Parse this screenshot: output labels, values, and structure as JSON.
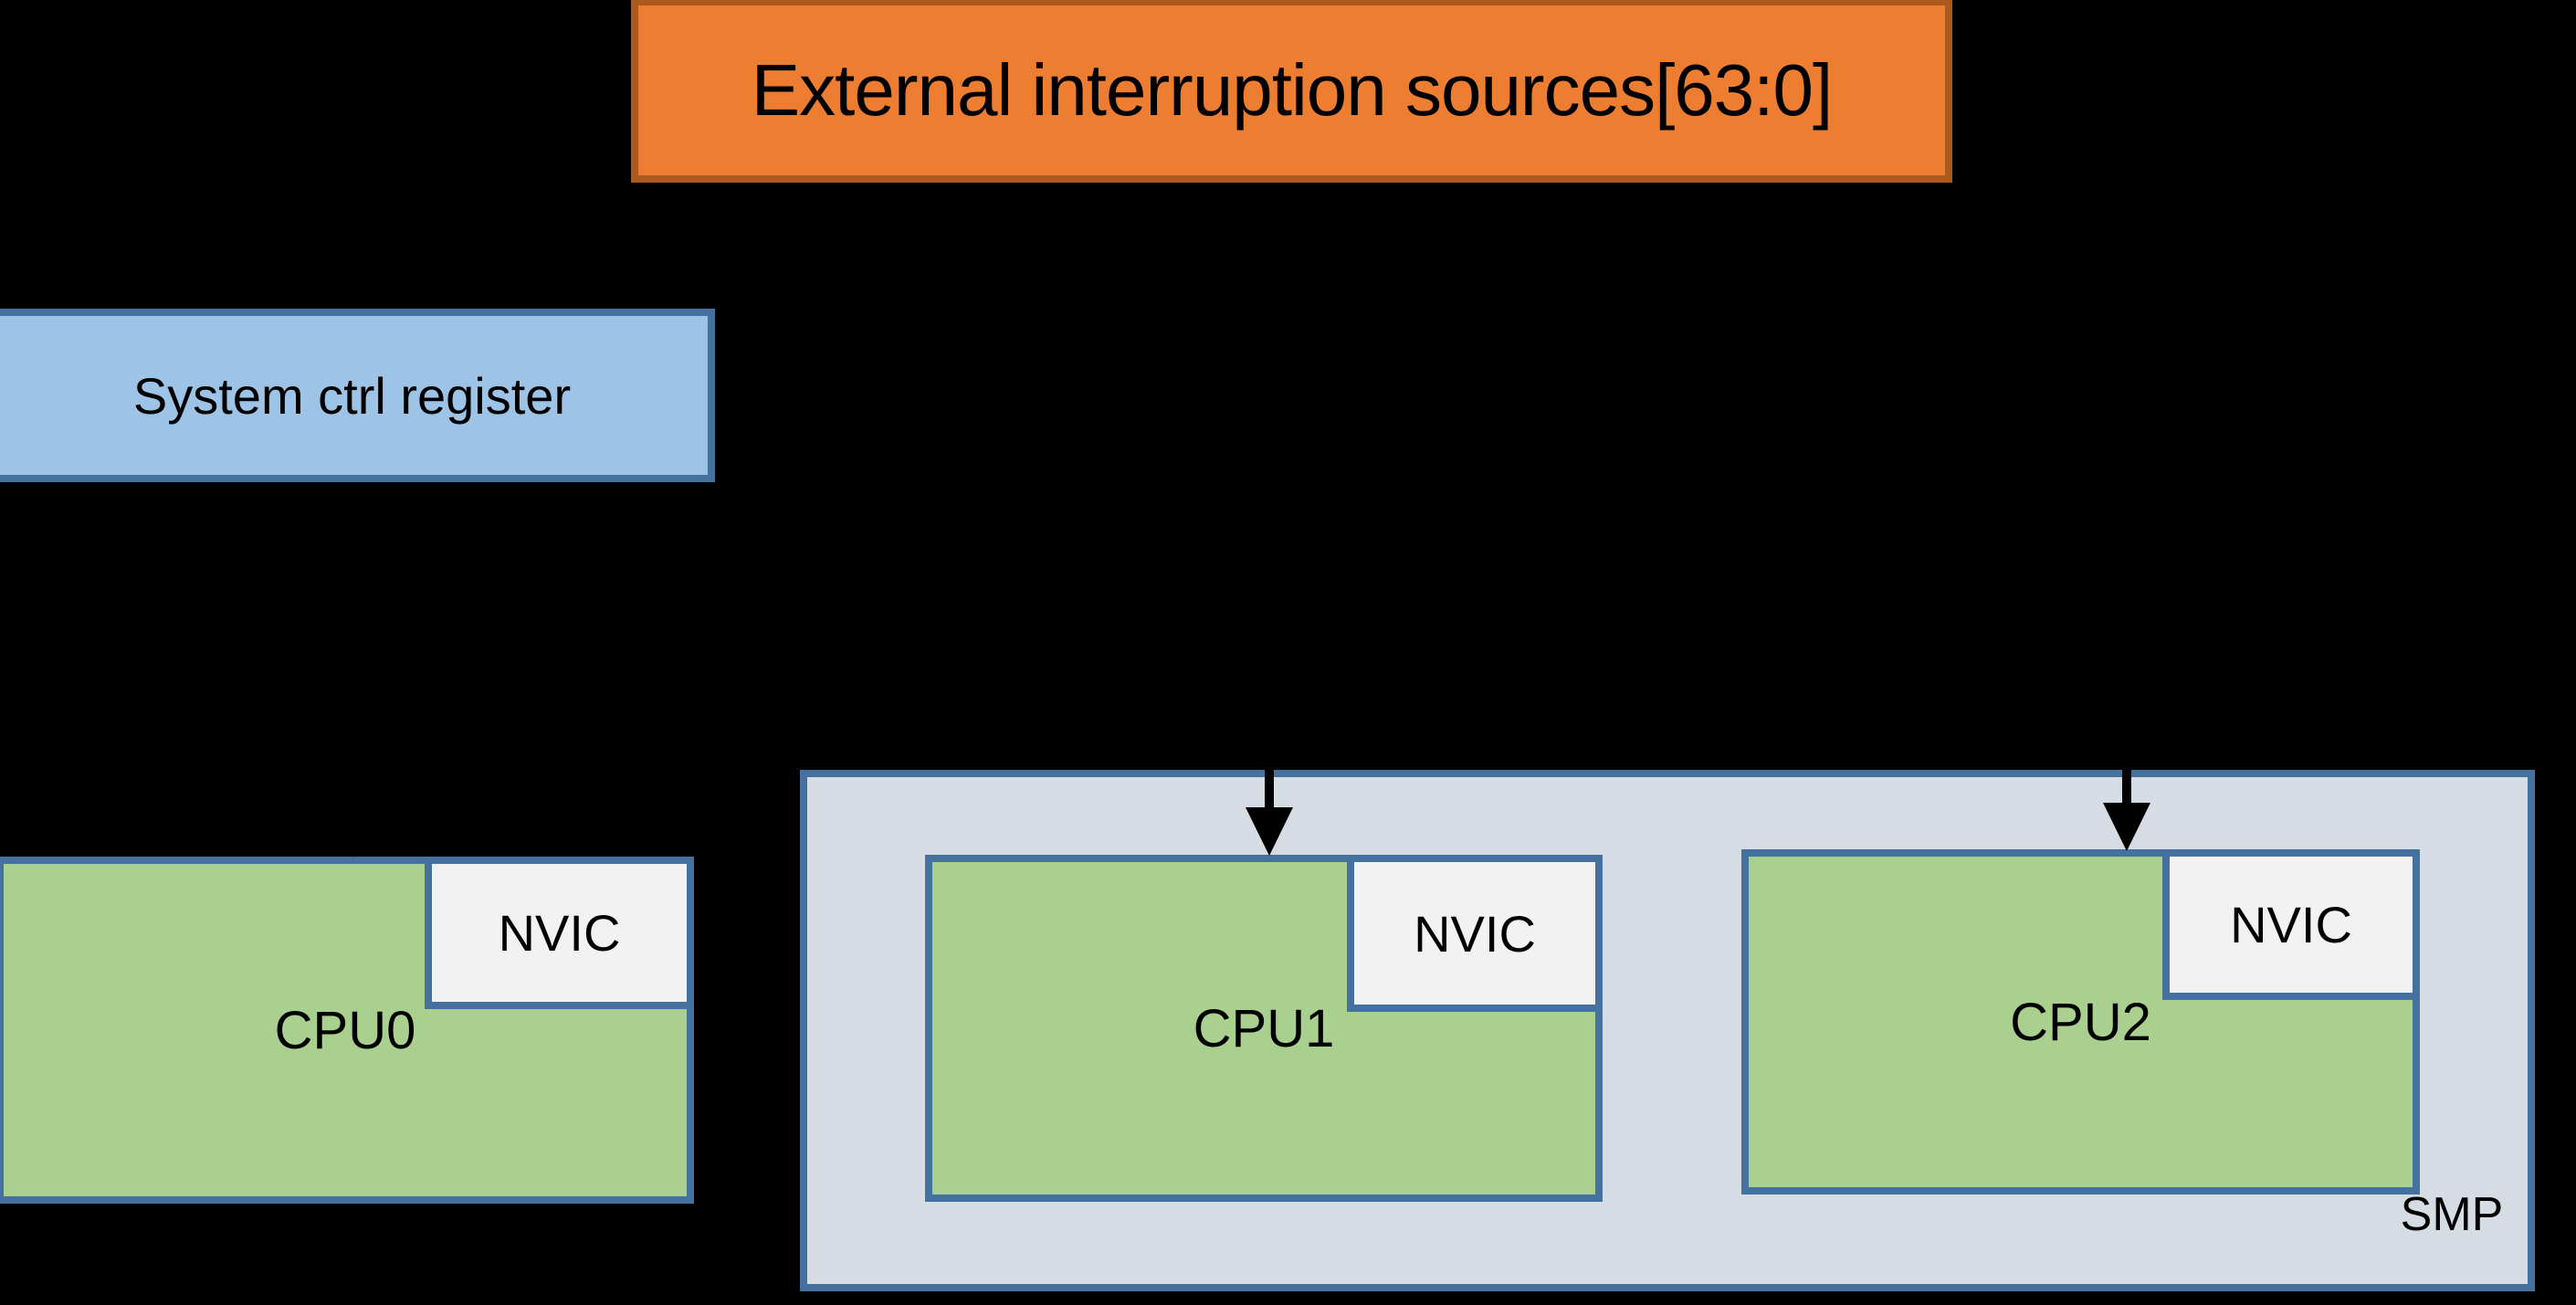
{
  "title": {
    "label": "External interruption sources[63:0]"
  },
  "system_ctrl": {
    "label": "System ctrl register"
  },
  "smp": {
    "label": "SMP"
  },
  "cpus": [
    {
      "label": "CPU0",
      "nvic_label": "NVIC"
    },
    {
      "label": "CPU1",
      "nvic_label": "NVIC"
    },
    {
      "label": "CPU2",
      "nvic_label": "NVIC"
    }
  ],
  "colors": {
    "orange_fill": "#ED7D31",
    "orange_border": "#AC591E",
    "blue_fill": "#9DC3E6",
    "steel_border": "#44719E",
    "green_fill": "#A9D08E",
    "nvic_fill": "#F2F2F2",
    "smp_fill": "#D6DCE4",
    "arrow_color": "#000000",
    "text_color": "#000000",
    "background": "#000000"
  }
}
